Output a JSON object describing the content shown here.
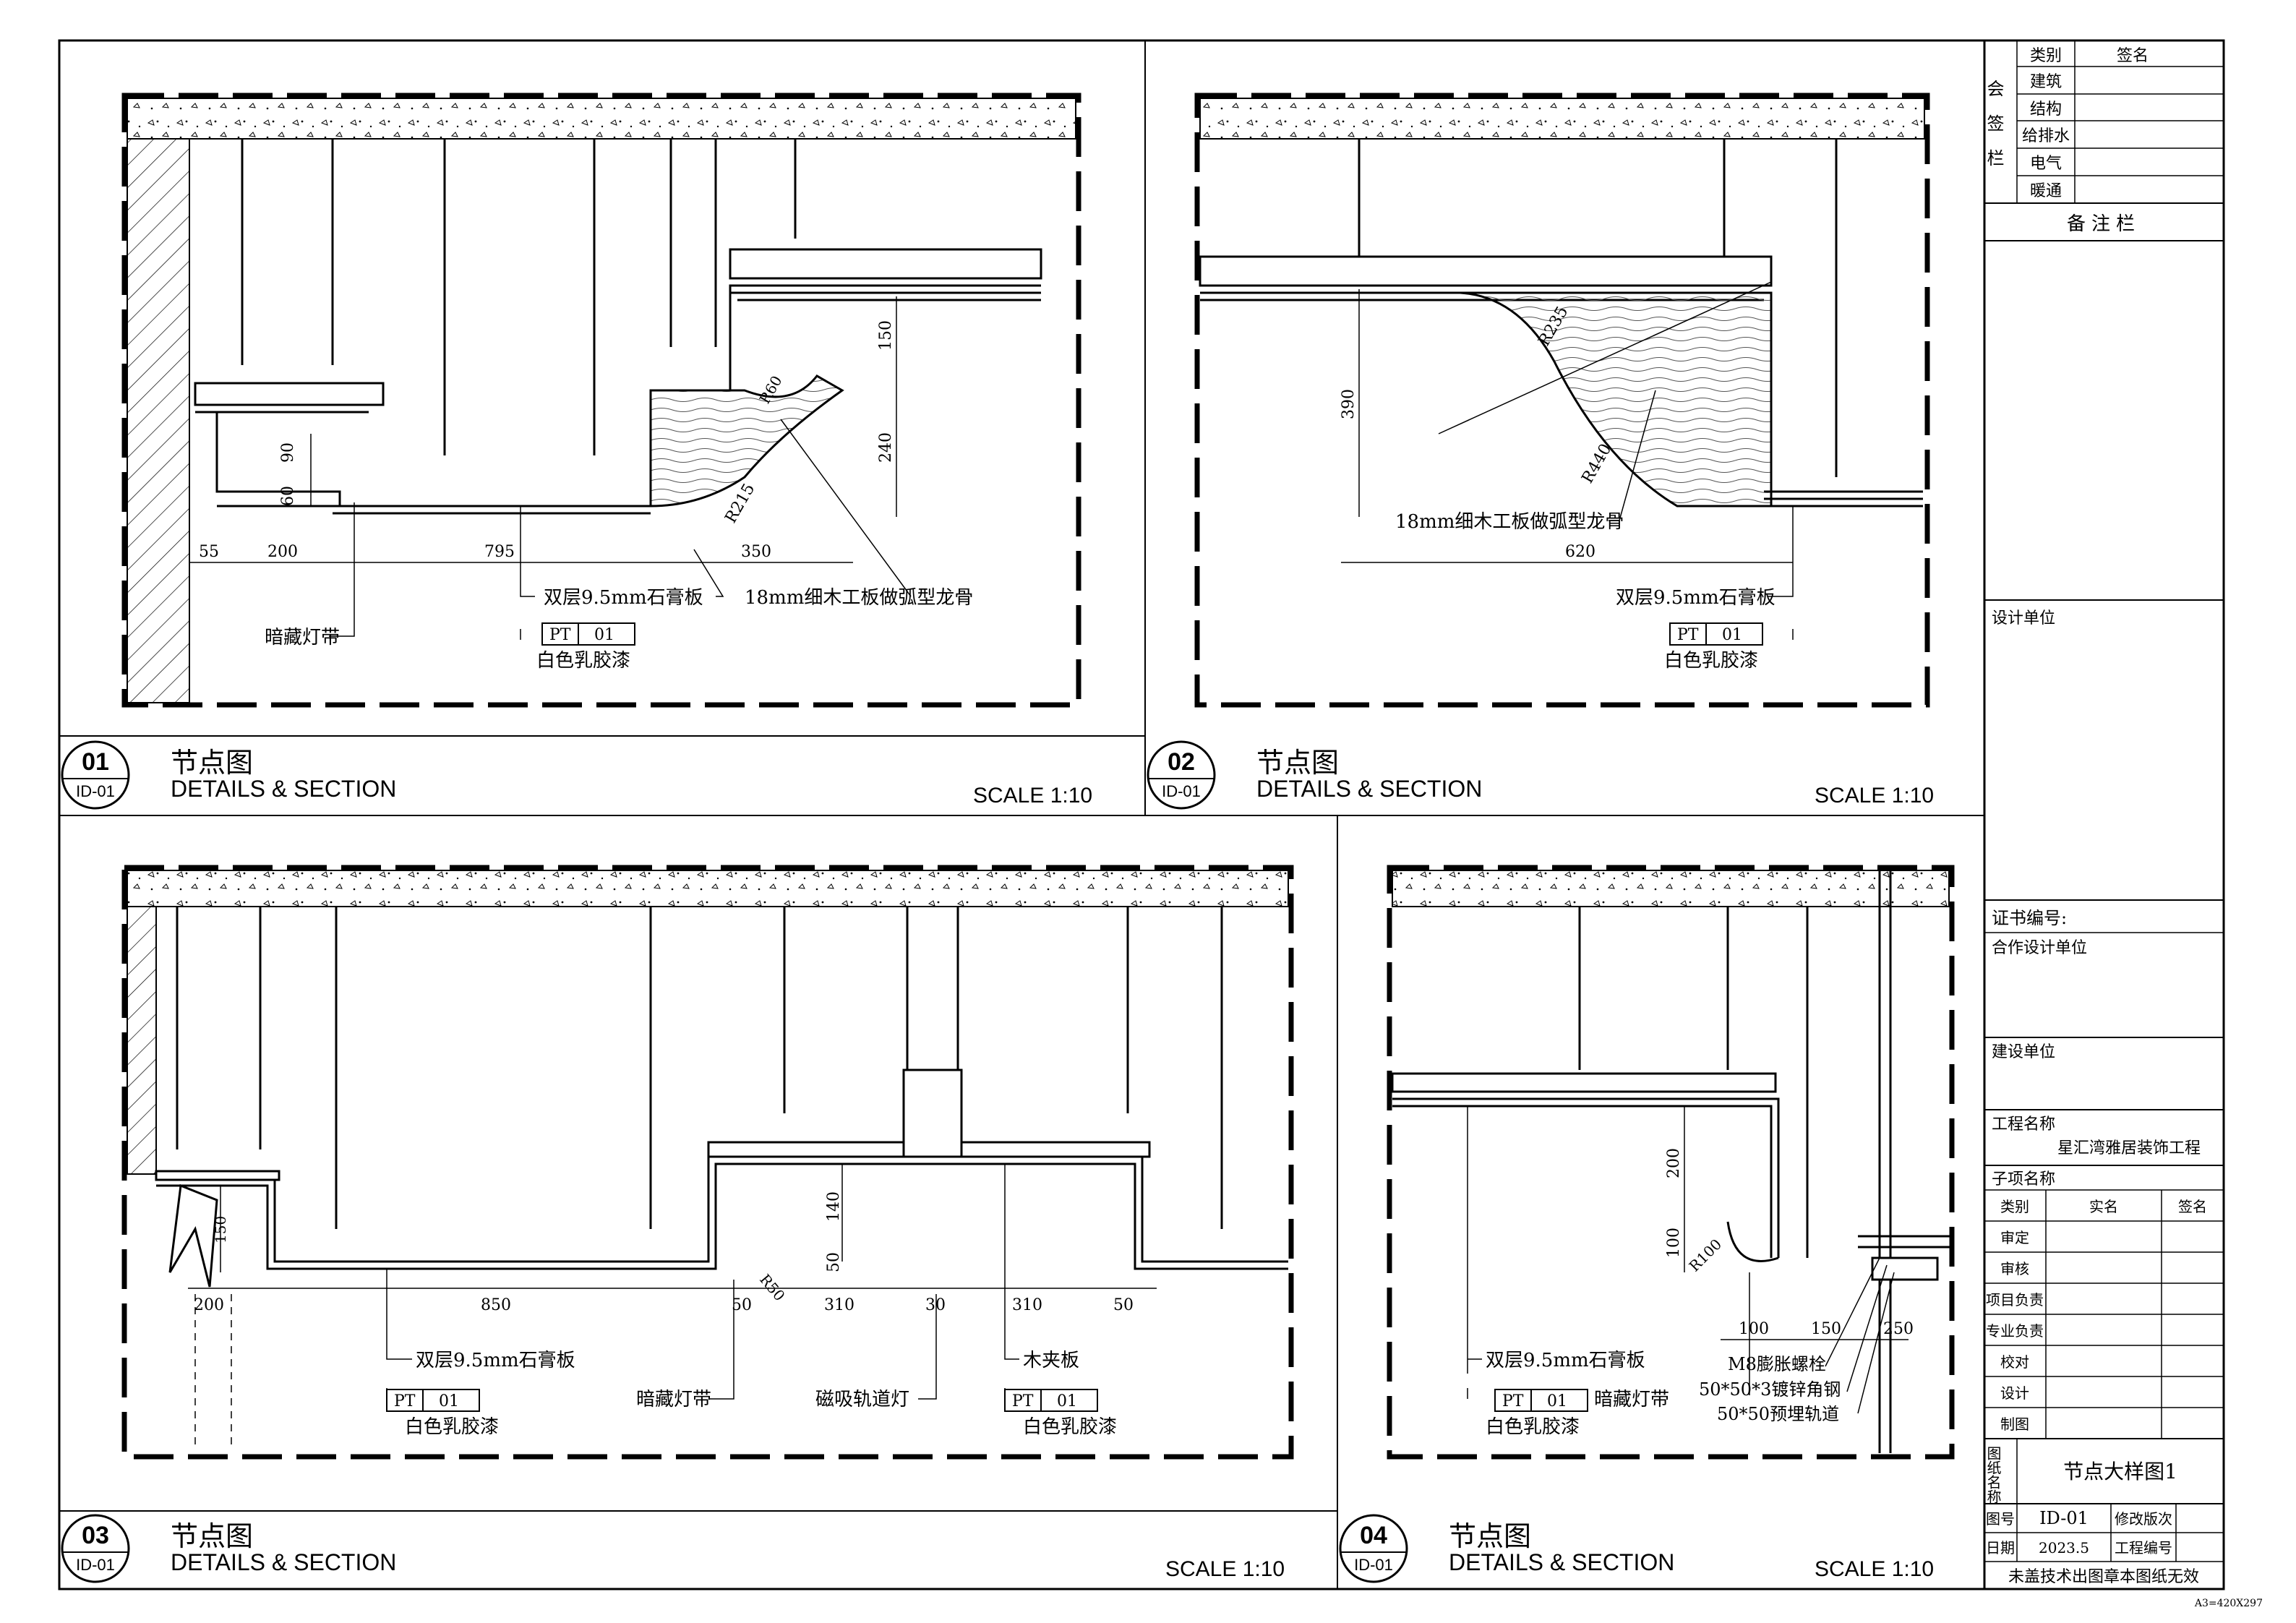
{
  "sheet_label": "A3=420X297",
  "common": {
    "title_cn": "节点图",
    "title_en": "DETAILS & SECTION",
    "scale": "SCALE  1:10",
    "sheet_ref": "ID-01",
    "board_label": "双层9.5mm石膏板",
    "pt_code": "PT",
    "pt_num": "01",
    "paint_label": "白色乳胶漆",
    "led_label": "暗藏灯带"
  },
  "details": [
    {
      "num": "01",
      "dims": [
        "55",
        "200",
        "795",
        "350",
        "90",
        "60",
        "150",
        "240",
        "R215",
        "R60"
      ],
      "labels": {
        "arc_keel": "18mm细木工板做弧型龙骨"
      }
    },
    {
      "num": "02",
      "dims": [
        "390",
        "620",
        "R235",
        "R440"
      ],
      "labels": {
        "arc_keel": "18mm细木工板做弧型龙骨"
      }
    },
    {
      "num": "03",
      "dims": [
        "200",
        "850",
        "50",
        "310",
        "30",
        "310",
        "50",
        "140",
        "50",
        "150",
        "R50"
      ],
      "labels": {
        "plywood": "木夹板",
        "track_light": "磁吸轨道灯"
      }
    },
    {
      "num": "04",
      "dims": [
        "200",
        "100",
        "R100",
        "100",
        "150",
        "250"
      ],
      "labels": {
        "bolt": "M8膨胀螺栓",
        "angle": "50*50*3镀锌角钢",
        "rail": "50*50预埋轨道"
      }
    }
  ],
  "title_block": {
    "sign_side": "会签栏",
    "sign_header": [
      "类别",
      "签名"
    ],
    "sign_rows": [
      "建筑",
      "结构",
      "给排水",
      "电气",
      "暖通"
    ],
    "notes": "备注栏",
    "design_unit": "设计单位",
    "cert_no": "证书编号:",
    "coop_unit": "合作设计单位",
    "client": "建设单位",
    "project_label": "工程名称",
    "project_name": "星汇湾雅居装饰工程",
    "sub_label": "子项名称",
    "staff_header": [
      "类别",
      "实名",
      "签名"
    ],
    "staff_rows": [
      "审定",
      "审核",
      "项目负责",
      "专业负责",
      "校对",
      "设计",
      "制图"
    ],
    "drawing_label": "图纸名称",
    "drawing_name": "节点大样图1",
    "no_label": "图号",
    "no_value": "ID-01",
    "rev_label": "修改版次",
    "date_label": "日期",
    "date_value": "2023.5",
    "proj_no_label": "工程编号",
    "footer": "未盖技术出图章本图纸无效"
  }
}
